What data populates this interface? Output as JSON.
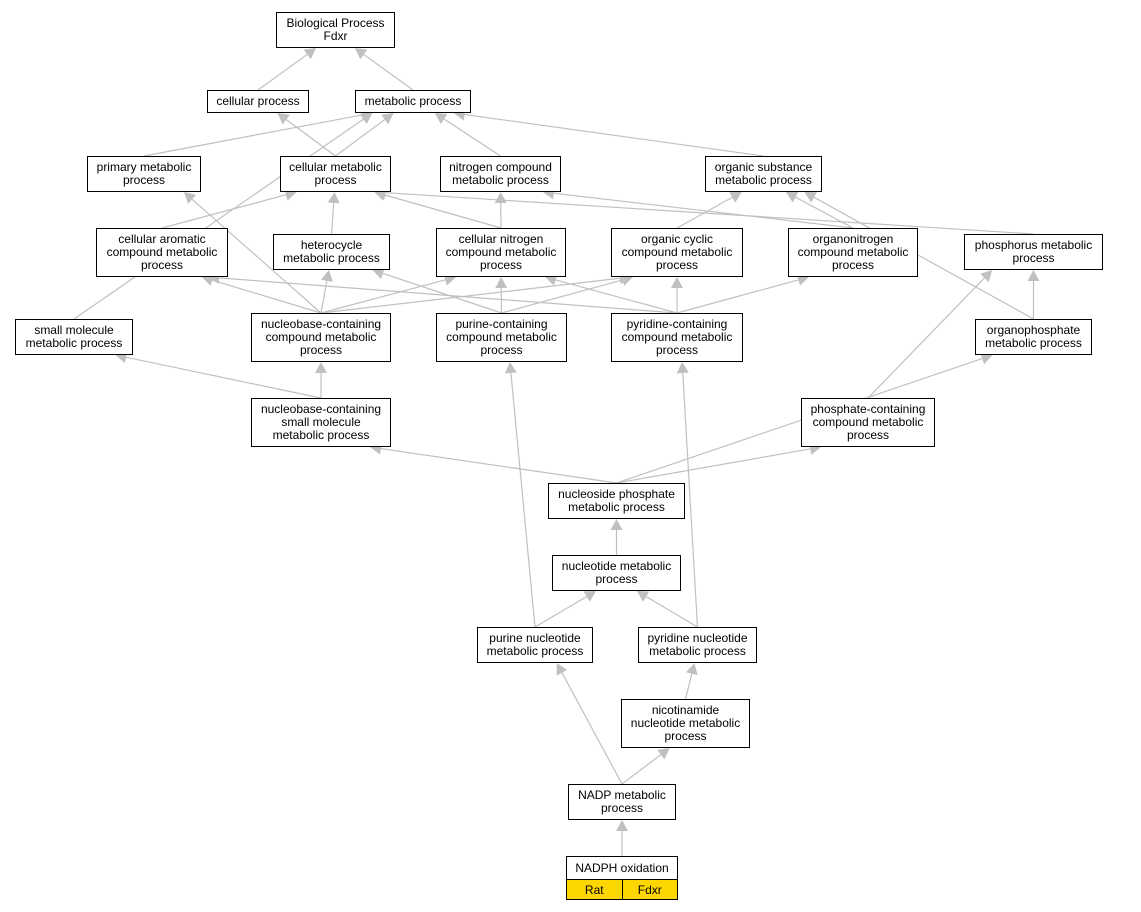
{
  "graph": {
    "edge_color": "#c0c0c0",
    "tag_color": "#ffd700",
    "nodes": {
      "root": "Biological Process\nFdxr",
      "cellular_process": "cellular process",
      "metabolic_process": "metabolic process",
      "primary_metabolic": "primary metabolic\nprocess",
      "cellular_metabolic": "cellular metabolic\nprocess",
      "nitrogen_compound": "nitrogen compound\nmetabolic process",
      "organic_substance": "organic substance\nmetabolic process",
      "cellular_aromatic": "cellular aromatic\ncompound metabolic\nprocess",
      "heterocycle": "heterocycle\nmetabolic process",
      "cellular_nitrogen": "cellular nitrogen\ncompound metabolic\nprocess",
      "organic_cyclic": "organic cyclic\ncompound metabolic\nprocess",
      "organonitrogen": "organonitrogen\ncompound metabolic\nprocess",
      "phosphorus": "phosphorus metabolic\nprocess",
      "small_molecule": "small molecule\nmetabolic process",
      "nucleobase_compound": "nucleobase-containing\ncompound metabolic\nprocess",
      "purine_containing": "purine-containing\ncompound metabolic\nprocess",
      "pyridine_containing": "pyridine-containing\ncompound metabolic\nprocess",
      "organophosphate": "organophosphate\nmetabolic process",
      "nucleobase_small": "nucleobase-containing\nsmall molecule\nmetabolic process",
      "phosphate_containing": "phosphate-containing\ncompound metabolic\nprocess",
      "nucleoside_phosphate": "nucleoside phosphate\nmetabolic process",
      "nucleotide": "nucleotide metabolic\nprocess",
      "purine_nucleotide": "purine nucleotide\nmetabolic process",
      "pyridine_nucleotide": "pyridine nucleotide\nmetabolic process",
      "nicotinamide": "nicotinamide\nnucleotide metabolic\nprocess",
      "nadp": "NADP metabolic\nprocess"
    },
    "leaf": {
      "title": "NADPH oxidation",
      "tags": [
        "Rat",
        "Fdxr"
      ]
    },
    "edges": [
      [
        "cellular_process",
        "root"
      ],
      [
        "metabolic_process",
        "root"
      ],
      [
        "primary_metabolic",
        "metabolic_process"
      ],
      [
        "cellular_metabolic",
        "metabolic_process"
      ],
      [
        "cellular_metabolic",
        "cellular_process"
      ],
      [
        "nitrogen_compound",
        "metabolic_process"
      ],
      [
        "organic_substance",
        "metabolic_process"
      ],
      [
        "small_molecule",
        "metabolic_process"
      ],
      [
        "cellular_aromatic",
        "cellular_metabolic"
      ],
      [
        "heterocycle",
        "cellular_metabolic"
      ],
      [
        "cellular_nitrogen",
        "cellular_metabolic"
      ],
      [
        "cellular_nitrogen",
        "nitrogen_compound"
      ],
      [
        "organic_cyclic",
        "organic_substance"
      ],
      [
        "organonitrogen",
        "organic_substance"
      ],
      [
        "organonitrogen",
        "nitrogen_compound"
      ],
      [
        "phosphorus",
        "cellular_metabolic"
      ],
      [
        "organophosphate",
        "organic_substance"
      ],
      [
        "nucleobase_compound",
        "primary_metabolic"
      ],
      [
        "nucleobase_compound",
        "cellular_aromatic"
      ],
      [
        "nucleobase_compound",
        "heterocycle"
      ],
      [
        "nucleobase_compound",
        "cellular_nitrogen"
      ],
      [
        "nucleobase_compound",
        "organic_cyclic"
      ],
      [
        "purine_containing",
        "heterocycle"
      ],
      [
        "purine_containing",
        "cellular_nitrogen"
      ],
      [
        "purine_containing",
        "organic_cyclic"
      ],
      [
        "pyridine_containing",
        "cellular_aromatic"
      ],
      [
        "pyridine_containing",
        "cellular_nitrogen"
      ],
      [
        "pyridine_containing",
        "organic_cyclic"
      ],
      [
        "pyridine_containing",
        "organonitrogen"
      ],
      [
        "organophosphate",
        "phosphorus"
      ],
      [
        "nucleobase_small",
        "nucleobase_compound"
      ],
      [
        "nucleobase_small",
        "small_molecule"
      ],
      [
        "phosphate_containing",
        "phosphorus"
      ],
      [
        "nucleoside_phosphate",
        "nucleobase_small"
      ],
      [
        "nucleoside_phosphate",
        "phosphate_containing"
      ],
      [
        "nucleoside_phosphate",
        "organophosphate"
      ],
      [
        "nucleotide",
        "nucleoside_phosphate"
      ],
      [
        "purine_nucleotide",
        "nucleotide"
      ],
      [
        "purine_nucleotide",
        "purine_containing"
      ],
      [
        "pyridine_nucleotide",
        "nucleotide"
      ],
      [
        "pyridine_nucleotide",
        "pyridine_containing"
      ],
      [
        "nicotinamide",
        "pyridine_nucleotide"
      ],
      [
        "nadp",
        "nicotinamide"
      ],
      [
        "nadp",
        "purine_nucleotide"
      ],
      [
        "leaf",
        "nadp"
      ]
    ]
  }
}
